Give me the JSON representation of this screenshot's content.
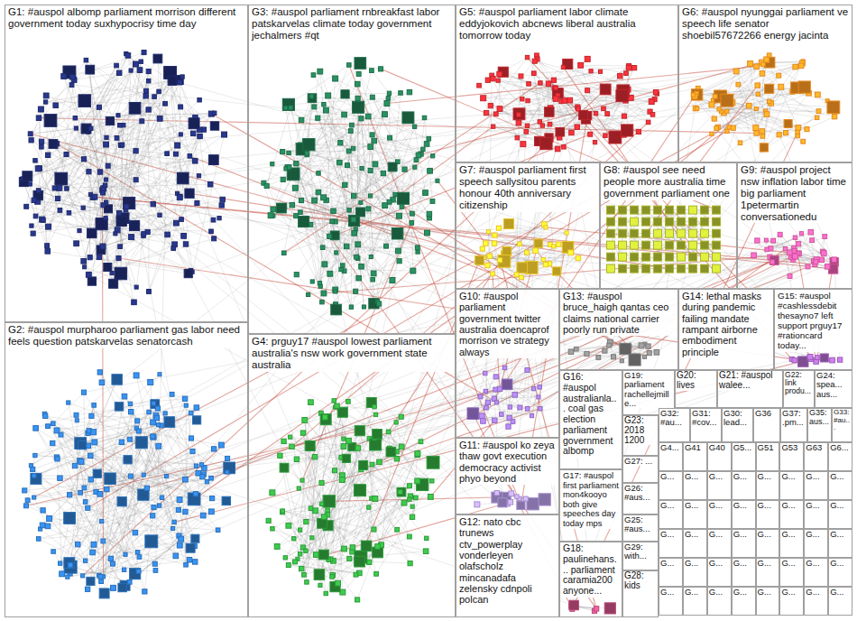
{
  "diagram": {
    "nodes": [
      {
        "text": [
          "G1: #auspol albomp parliament morrison different government today suxhypocrisy time day"
        ]
      },
      {
        "text": [
          "G2: #auspol murpharoo parliament gas labor need feels question patskarvelas senatorcash"
        ]
      },
      {
        "text": [
          "G3: #auspol parliament rnbreakfast labor patskarvelas climate today government jechalmers #qt"
        ]
      },
      {
        "text": [
          "G4: prguy17 #auspol lowest parliament australia's nsw work government state australia"
        ]
      },
      {
        "text": [
          "G5: #auspol parliament labor climate eddyjokovich abcnews liberal australia tomorrow today"
        ]
      },
      {
        "text": [
          "G6: #auspol nyunggai parliament ve speech life senator shoebil57672266 energy jacinta"
        ]
      },
      {
        "text": [
          "G7: #auspol parliament first speech sallysitou parents honour 40th anniversary citizenship"
        ]
      },
      {
        "text": [
          "G8: #auspol see need people more australia time government parliament one"
        ]
      },
      {
        "text": [
          "G9: #auspol project nsw inflation labor time big parliament 1petermartin conversationedu"
        ]
      },
      {
        "text": [
          "G10: #auspol parliament government twitter australia doencaprof morrison ve strategy always"
        ]
      },
      {
        "text": [
          "G11: #auspol ko zeya thaw govt execution democracy activist phyo beyond"
        ]
      },
      {
        "text": [
          "G12: nato cbc trunews ctv_powerplay vonderleyen olafscholz mincanadafa zelensky cdnpoli polcan"
        ]
      },
      {
        "text": [
          "G13: #auspol bruce_haigh qantas ceo claims national carrier poorly run private"
        ]
      },
      {
        "text": [
          "G14: lethal masks during pandemic failing mandate rampant airborne embodiment principle"
        ]
      },
      {
        "text": [
          "G15: #auspol #cashlessdebit thesayno7 left support prguy17 #rationcard today..."
        ]
      },
      {
        "text": [
          "G16: #auspol australianla... coal gas election parliament government albomp"
        ]
      },
      {
        "text": [
          "G17: #auspol first parliament mon4kooyo both give speeches day today mps"
        ]
      },
      {
        "text": [
          "G18: paulinehans... parliament caramia200 anyone..."
        ]
      },
      {
        "text": [
          "G19: parliament rachellejmille..."
        ]
      },
      {
        "text": [
          "G20: lives"
        ]
      },
      {
        "text": [
          "G21: #auspol walee..."
        ]
      },
      {
        "text": [
          "G22: link produ..."
        ]
      },
      {
        "text": [
          "G23: 2018 1200"
        ]
      },
      {
        "text": [
          "G24: spea... aus..."
        ]
      },
      {
        "text": [
          "G25: #aus..."
        ]
      },
      {
        "text": [
          "G26: #aus..."
        ]
      },
      {
        "text": [
          "G27: ..."
        ]
      },
      {
        "text": [
          "G28: kids"
        ]
      },
      {
        "text": [
          "G29: with..."
        ]
      },
      {
        "text": [
          "G30: lead..."
        ]
      },
      {
        "text": [
          "G31: #cov..."
        ]
      },
      {
        "text": [
          "G32: #au..."
        ]
      },
      {
        "text": [
          "G33: #au..."
        ]
      },
      {
        "text": [
          "G35: aus..."
        ]
      },
      {
        "text": [
          "G36"
        ]
      },
      {
        "text": [
          "G37: .pm..."
        ]
      },
      {
        "text": [
          "G4..."
        ]
      },
      {
        "text": [
          "G41"
        ]
      },
      {
        "text": [
          "G40"
        ]
      },
      {
        "text": [
          "G5..."
        ]
      },
      {
        "text": [
          "G51"
        ]
      },
      {
        "text": [
          "G53"
        ]
      },
      {
        "text": [
          "G63"
        ]
      },
      {
        "text": [
          "G6..."
        ]
      },
      {
        "text": [
          "G..."
        ]
      },
      {
        "text": [
          "G..."
        ]
      },
      {
        "text": [
          "G..."
        ]
      },
      {
        "text": [
          "G..."
        ]
      },
      {
        "text": [
          "G..."
        ]
      },
      {
        "text": [
          "G..."
        ]
      },
      {
        "text": [
          "G..."
        ]
      },
      {
        "text": [
          "G..."
        ]
      },
      {
        "text": [
          "G..."
        ]
      },
      {
        "text": [
          "G..."
        ]
      },
      {
        "text": [
          "G..."
        ]
      },
      {
        "text": [
          "G..."
        ]
      },
      {
        "text": [
          "G..."
        ]
      },
      {
        "text": [
          "G..."
        ]
      },
      {
        "text": [
          "G..."
        ]
      },
      {
        "text": [
          "G..."
        ]
      },
      {
        "text": [
          "G..."
        ]
      },
      {
        "text": [
          "G..."
        ]
      },
      {
        "text": [
          "G..."
        ]
      },
      {
        "text": [
          "G..."
        ]
      },
      {
        "text": [
          "G..."
        ]
      },
      {
        "text": [
          "G..."
        ]
      },
      {
        "text": [
          "G..."
        ]
      },
      {
        "text": [
          "G..."
        ]
      },
      {
        "text": [
          "G..."
        ]
      },
      {
        "text": [
          "G..."
        ]
      },
      {
        "text": [
          "G..."
        ]
      },
      {
        "text": [
          "G..."
        ]
      },
      {
        "text": [
          "G..."
        ]
      },
      {
        "text": [
          "G..."
        ]
      },
      {
        "text": [
          "G..."
        ]
      },
      {
        "text": [
          "G..."
        ]
      },
      {
        "text": [
          "G..."
        ]
      },
      {
        "text": [
          "G..."
        ]
      },
      {
        "text": [
          "G..."
        ]
      },
      {
        "text": [
          "G..."
        ]
      },
      {
        "text": [
          "G..."
        ]
      },
      {
        "text": [
          "G..."
        ]
      },
      {
        "text": [
          "G..."
        ]
      },
      {
        "text": [
          "G..."
        ]
      }
    ]
  }
}
